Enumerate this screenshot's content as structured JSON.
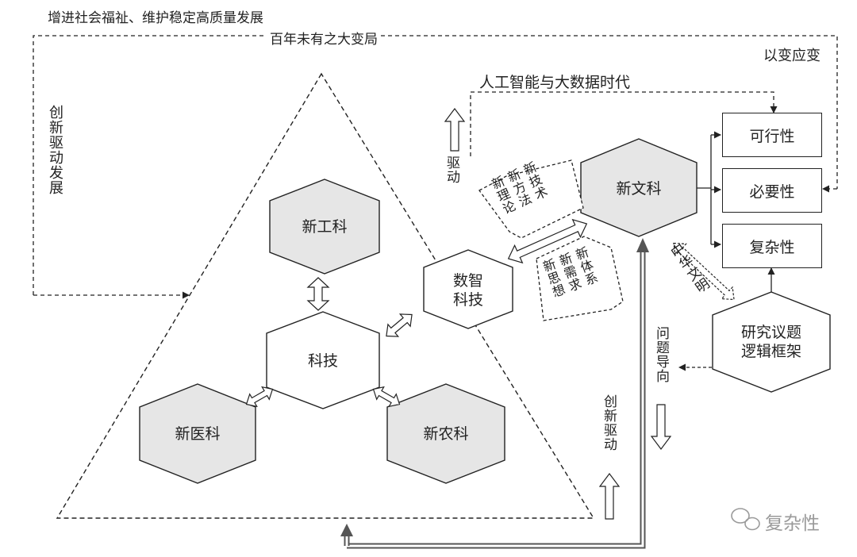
{
  "title_top": "增进社会福祉、维护稳定高质量发展",
  "label_century": "百年未有之大变局",
  "label_adapt": "以变应变",
  "label_ai_era": "人工智能与大数据时代",
  "left_vertical": "创新驱动发展",
  "drive_small": "驱动",
  "innovation_drive": "创新驱动",
  "problem_oriented": "问题导向",
  "chinese_civilization": "中华文明",
  "hex": {
    "new_engineering": "新工科",
    "tech": "科技",
    "new_medicine": "新医科",
    "new_agriculture": "新农科",
    "digital_tech": "数智\n科技",
    "new_liberal_arts": "新文科",
    "research_framework": "研究议题\n逻辑框架"
  },
  "pent_top": [
    "新理论",
    "新方法",
    "新技术"
  ],
  "pent_bottom": [
    "新思想",
    "新需求",
    "新体系"
  ],
  "boxes": {
    "feasibility": "可行性",
    "necessity": "必要性",
    "complexity": "复杂性"
  },
  "watermark": "复杂性"
}
